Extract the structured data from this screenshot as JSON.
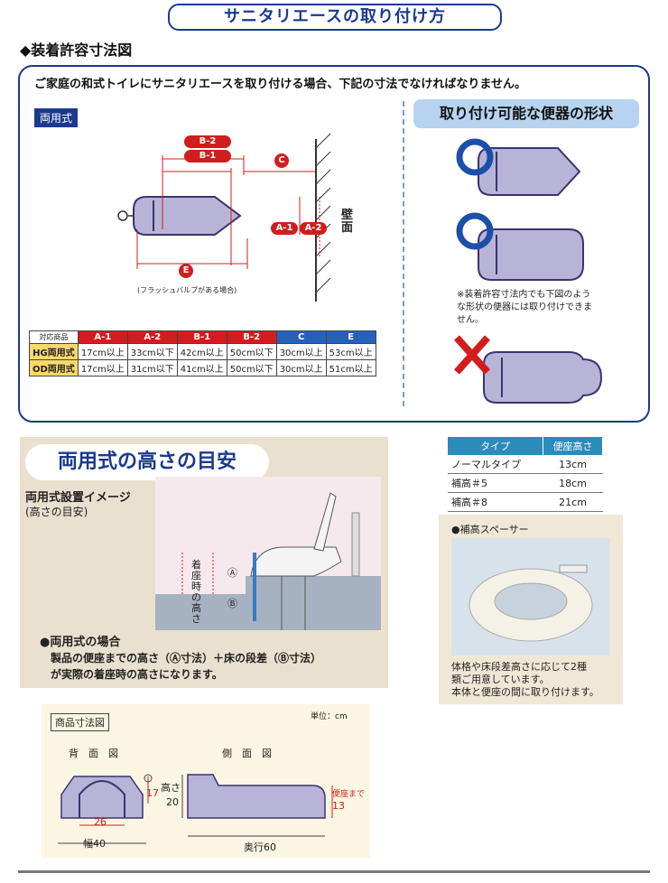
{
  "title": "サニタリエースの取り付け方",
  "section_heading": "◆装着許容寸法図",
  "intro": "ご家庭の和式トイレにサニタリエースを取り付ける場合、下記の寸法でなければなりません。",
  "badge_ryoyo": "両用式",
  "diagram": {
    "b2": "B-2",
    "b1": "B-1",
    "c": "C",
    "a1": "A-1",
    "a2": "A-2",
    "e": "E",
    "wall": "壁面",
    "flush_note": "(フラッシュバルブがある場合)"
  },
  "dim_table": {
    "headers": [
      "対応商品",
      "A-1",
      "A-2",
      "B-1",
      "B-2",
      "C",
      "E"
    ],
    "rows": [
      [
        "HG両用式",
        "17cm以上",
        "33cm以下",
        "42cm以上",
        "50cm以下",
        "30cm以上",
        "53cm以上"
      ],
      [
        "OD両用式",
        "17cm以上",
        "31cm以下",
        "41cm以上",
        "50cm以下",
        "30cm以上",
        "51cm以上"
      ]
    ]
  },
  "shape_title": "取り付け可能な便器の形状",
  "shape_note": "※装着許容寸法内でも下図のような形状の便器には取り付けできません。",
  "height_section": {
    "title": "両用式の高さの目安",
    "image_label": "両用式設置イメージ",
    "image_sub": "(高さの目安)",
    "seat_label": "着座時の高さ",
    "a_mark": "Ⓐ",
    "b_mark": "Ⓑ",
    "case_head": "●両用式の場合",
    "case_text1": "製品の便座までの高さ（Ⓐ寸法）＋床の段差（Ⓑ寸法）",
    "case_text2": "が実際の着座時の高さになります。"
  },
  "type_table": {
    "headers": [
      "タイプ",
      "便座高さ"
    ],
    "rows": [
      [
        "ノーマルタイプ",
        "13cm"
      ],
      [
        "補高＃5",
        "18cm"
      ],
      [
        "補高＃8",
        "21cm"
      ]
    ]
  },
  "spacer": {
    "title": "●補高スペーサー",
    "text1": "体格や床段差高さに応じて2種",
    "text2": "類ご用意しています。",
    "text3": "本体と便座の間に取り付けます。"
  },
  "dimensions": {
    "title": "商品寸法図",
    "unit": "単位：cm",
    "back_view": "背　面　図",
    "side_view": "側　面　図",
    "v17": "17",
    "v26": "26",
    "width": "幅40",
    "height_label": "高さ",
    "v20": "20",
    "to_seat": "便座まで",
    "v13": "13",
    "depth": "奥行60"
  }
}
